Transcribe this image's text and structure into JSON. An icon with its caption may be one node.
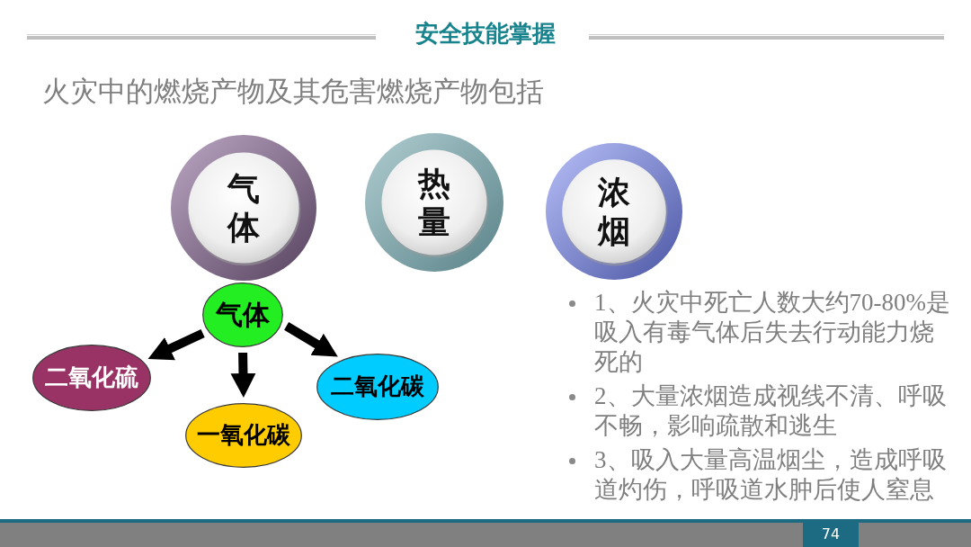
{
  "diagram": {
    "title": "安全技能掌握",
    "nodes": [
      {
        "text": [
          "气体"
        ]
      },
      {
        "text": [
          "热量"
        ]
      },
      {
        "text": [
          "浓烟"
        ]
      },
      {
        "text": [
          "气体"
        ]
      },
      {
        "text": [
          "二氧化硫"
        ]
      },
      {
        "text": [
          "一氧化碳"
        ]
      },
      {
        "text": [
          "二氧化碳"
        ]
      }
    ],
    "edges": [
      {
        "from": 3,
        "to": 4,
        "arrow": "to"
      },
      {
        "from": 3,
        "to": 5,
        "arrow": "to"
      },
      {
        "from": 3,
        "to": 6,
        "arrow": "to"
      }
    ],
    "labels": [
      "火灾中的燃烧产物及其危害燃烧产物包括",
      "1、火灾中死亡人数大约70-80%是吸入有毒气体后失去行动能力烧死的",
      "2、大量浓烟造成视线不清、呼吸不畅，影响疏散和逃生",
      "3、吸入大量高温烟尘，造成呼吸道灼伤，呼吸道水肿后使人窒息",
      "74"
    ]
  }
}
